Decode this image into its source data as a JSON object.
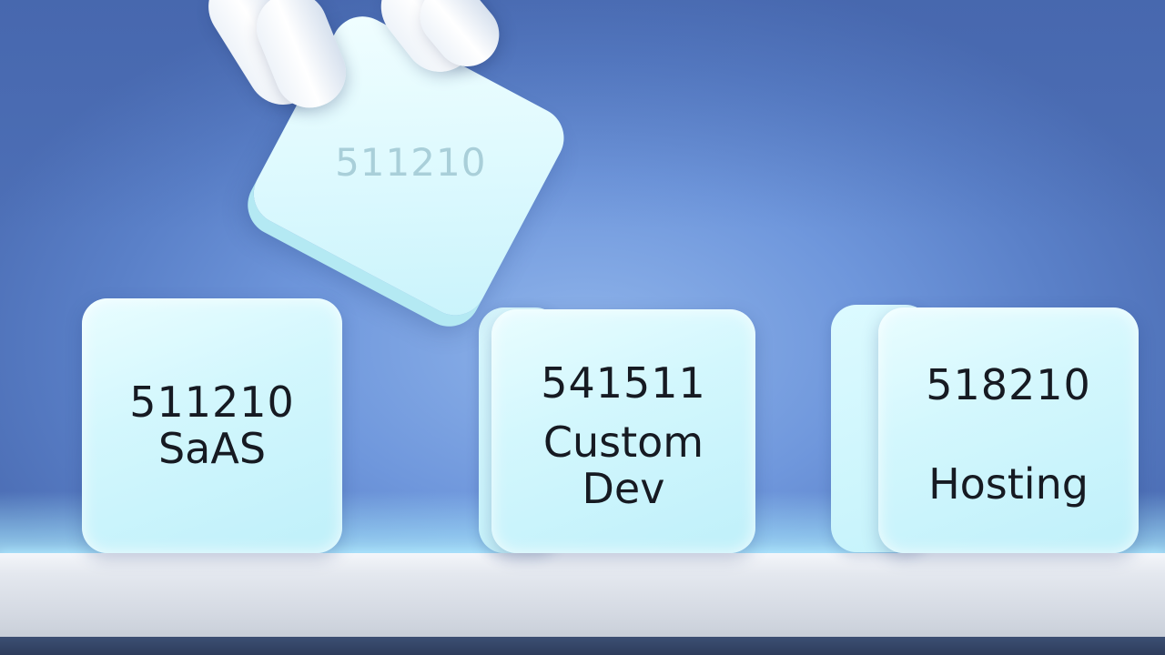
{
  "scene": {
    "background_color": "#6f97dc",
    "shelf_color": "#e4e8ef",
    "glow_color": "#aeeaff"
  },
  "held_block": {
    "code": "511210"
  },
  "blocks": [
    {
      "code": "511210",
      "label": "SaAS"
    },
    {
      "code": "541511",
      "label_line1": "Custom",
      "label_line2": "Dev"
    },
    {
      "code": "518210",
      "label": "Hosting"
    }
  ],
  "icons": {
    "hand": "robotic-hand-icon"
  }
}
